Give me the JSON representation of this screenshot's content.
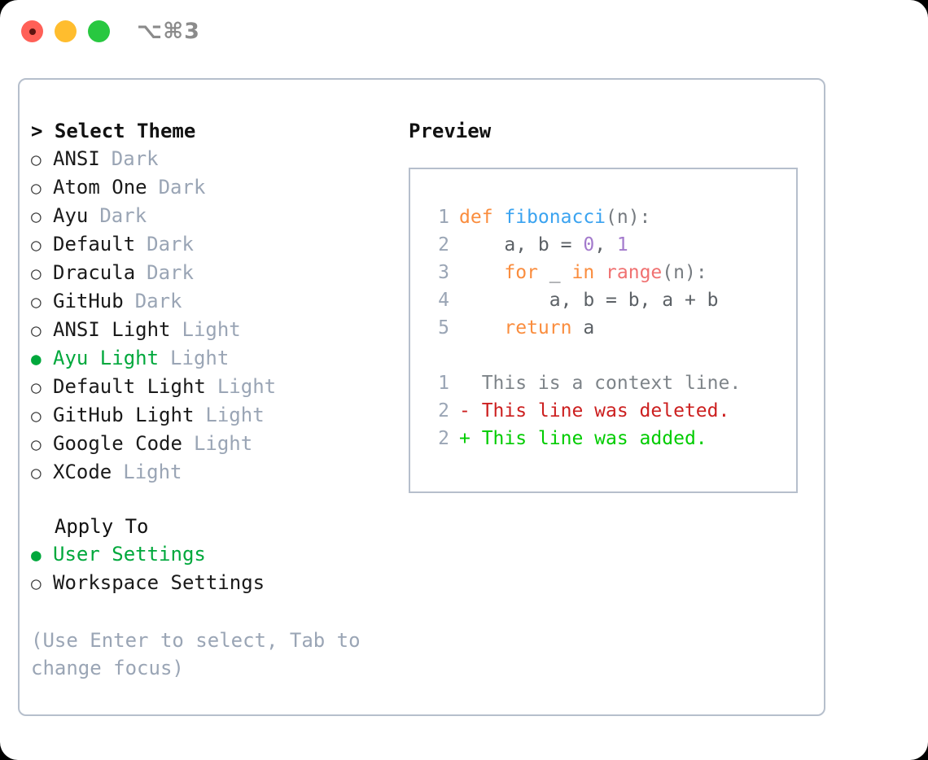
{
  "titlebar": {
    "shortcut": "⌥⌘3",
    "lights": [
      "close-red",
      "minimize-yellow",
      "maximize-green"
    ]
  },
  "theme_section": {
    "header": "> Select Theme",
    "items": [
      {
        "marker": "○",
        "label": "ANSI",
        "variant": "Dark",
        "selected": false
      },
      {
        "marker": "○",
        "label": "Atom One",
        "variant": "Dark",
        "selected": false
      },
      {
        "marker": "○",
        "label": "Ayu",
        "variant": "Dark",
        "selected": false
      },
      {
        "marker": "○",
        "label": "Default",
        "variant": "Dark",
        "selected": false
      },
      {
        "marker": "○",
        "label": "Dracula",
        "variant": "Dark",
        "selected": false
      },
      {
        "marker": "○",
        "label": "GitHub",
        "variant": "Dark",
        "selected": false
      },
      {
        "marker": "○",
        "label": "ANSI Light",
        "variant": "Light",
        "selected": false
      },
      {
        "marker": "●",
        "label": "Ayu Light",
        "variant": "Light",
        "selected": true
      },
      {
        "marker": "○",
        "label": "Default Light",
        "variant": "Light",
        "selected": false
      },
      {
        "marker": "○",
        "label": "GitHub Light",
        "variant": "Light",
        "selected": false
      },
      {
        "marker": "○",
        "label": "Google Code",
        "variant": "Light",
        "selected": false
      },
      {
        "marker": "○",
        "label": "XCode",
        "variant": "Light",
        "selected": false
      }
    ]
  },
  "apply_section": {
    "header": "  Apply To",
    "items": [
      {
        "marker": "●",
        "label": "User Settings",
        "selected": true
      },
      {
        "marker": "○",
        "label": "Workspace Settings",
        "selected": false
      }
    ]
  },
  "help": {
    "text": "(Use Enter to select, Tab to change focus)"
  },
  "preview": {
    "title": "Preview",
    "code_lines": [
      {
        "lineno": "1",
        "tokens": [
          {
            "text": "def ",
            "cls": "tok-kw"
          },
          {
            "text": "fibonacci",
            "cls": "tok-fn"
          },
          {
            "text": "(n):",
            "cls": "tok-punct"
          }
        ]
      },
      {
        "lineno": "2",
        "tokens": [
          {
            "text": "    a, b = ",
            "cls": "tok-plain"
          },
          {
            "text": "0",
            "cls": "tok-num"
          },
          {
            "text": ", ",
            "cls": "tok-plain"
          },
          {
            "text": "1",
            "cls": "tok-num"
          }
        ]
      },
      {
        "lineno": "3",
        "tokens": [
          {
            "text": "    for ",
            "cls": "tok-kw"
          },
          {
            "text": "_ ",
            "cls": "tok-plain"
          },
          {
            "text": "in ",
            "cls": "tok-kw"
          },
          {
            "text": "range",
            "cls": "tok-builtin"
          },
          {
            "text": "(n):",
            "cls": "tok-punct"
          }
        ]
      },
      {
        "lineno": "4",
        "tokens": [
          {
            "text": "        a, b = b, a + b",
            "cls": "tok-plain"
          }
        ]
      },
      {
        "lineno": "5",
        "tokens": [
          {
            "text": "    return ",
            "cls": "tok-kw"
          },
          {
            "text": "a",
            "cls": "tok-plain"
          }
        ]
      }
    ],
    "diff_lines": [
      {
        "lineno": "1",
        "text": "  This is a context line.",
        "cls": "diff-ctx"
      },
      {
        "lineno": "2",
        "text": "- This line was deleted.",
        "cls": "diff-del"
      },
      {
        "lineno": "2",
        "text": "+ This line was added.",
        "cls": "diff-add"
      }
    ]
  },
  "colors": {
    "accent_green": "#00a83c",
    "muted_blue_gray": "#9aa5b5",
    "border": "#b6bfcc",
    "keyword_orange": "#fa8d3e",
    "function_blue": "#3aa3f0",
    "builtin_salmon": "#f07171",
    "number_purple": "#a37acc",
    "diff_delete_red": "#cc1f1f",
    "diff_add_green": "#00cc00"
  }
}
